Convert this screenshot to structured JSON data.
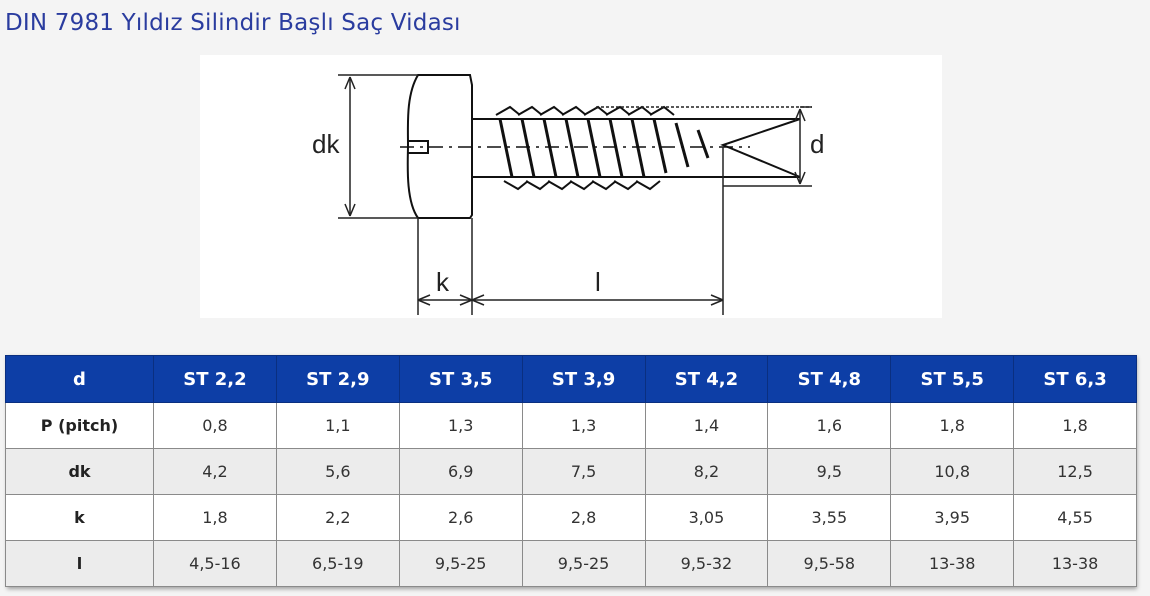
{
  "page": {
    "title": "DIN 7981 Yıldız Silindir Başlı Saç Vidası"
  },
  "drawing": {
    "labels": {
      "dk": "dk",
      "d": "d",
      "k": "k",
      "l": "l"
    }
  },
  "table": {
    "header": [
      "d",
      "ST 2,2",
      "ST 2,9",
      "ST 3,5",
      "ST 3,9",
      "ST 4,2",
      "ST 4,8",
      "ST 5,5",
      "ST 6,3"
    ],
    "rows": [
      [
        "P (pitch)",
        "0,8",
        "1,1",
        "1,3",
        "1,3",
        "1,4",
        "1,6",
        "1,8",
        "1,8"
      ],
      [
        "dk",
        "4,2",
        "5,6",
        "6,9",
        "7,5",
        "8,2",
        "9,5",
        "10,8",
        "12,5"
      ],
      [
        "k",
        "1,8",
        "2,2",
        "2,6",
        "2,8",
        "3,05",
        "3,55",
        "3,95",
        "4,55"
      ],
      [
        "l",
        "4,5-16",
        "6,5-19",
        "9,5-25",
        "9,5-25",
        "9,5-32",
        "9,5-58",
        "13-38",
        "13-38"
      ]
    ]
  },
  "colors": {
    "header_bg": "#0d3ea6",
    "title": "#2a3c9f"
  }
}
